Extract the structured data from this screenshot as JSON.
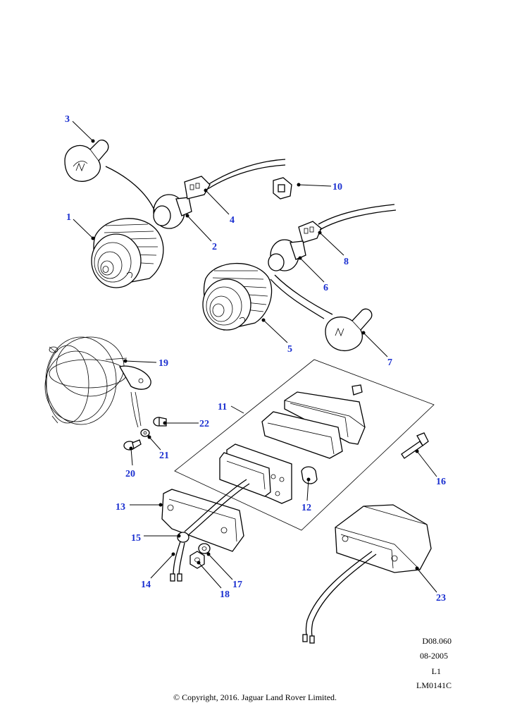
{
  "callouts": {
    "c1": "1",
    "c2": "2",
    "c3": "3",
    "c4": "4",
    "c5": "5",
    "c6": "6",
    "c7": "7",
    "c8": "8",
    "c10": "10",
    "c11": "11",
    "c12": "12",
    "c13": "13",
    "c14": "14",
    "c15": "15",
    "c16": "16",
    "c17": "17",
    "c18": "18",
    "c19": "19",
    "c20": "20",
    "c21": "21",
    "c22": "22",
    "c23": "23"
  },
  "reference": {
    "code": "D08.060",
    "date": "08-2005",
    "level": "L1",
    "drawing_id": "LM0141C"
  },
  "copyright": "© Copyright, 2016. Jaguar Land Rover Limited.",
  "colors": {
    "callout": "#1a2fd0",
    "line": "#000000",
    "background": "#ffffff"
  }
}
